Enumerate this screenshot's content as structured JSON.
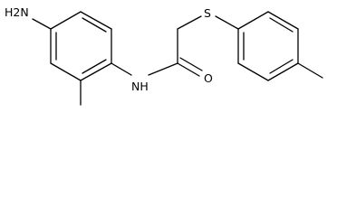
{
  "molecule": {
    "atoms": {
      "amine": "H2N",
      "amide_nh": "NH",
      "carbonyl_o": "O",
      "sulfur": "S"
    }
  }
}
